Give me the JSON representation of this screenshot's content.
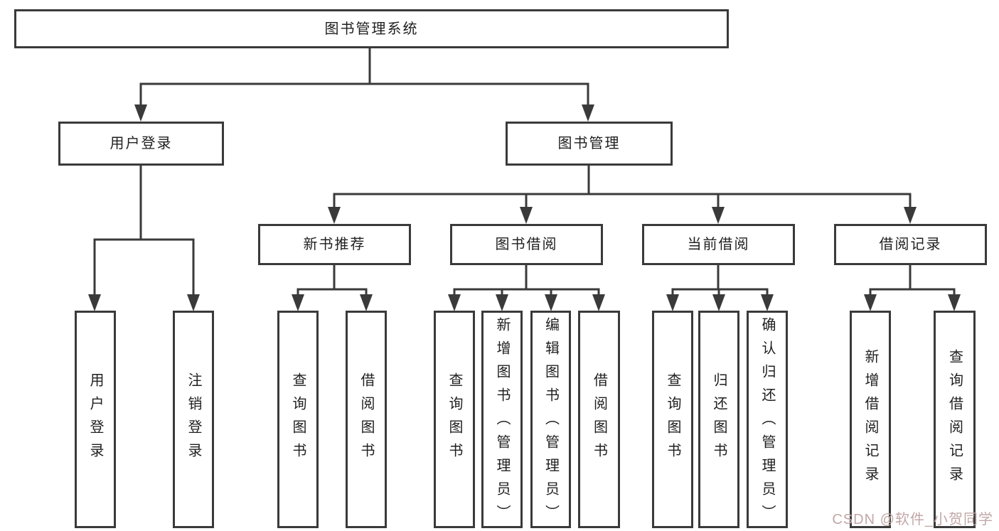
{
  "tree": {
    "root": {
      "label": "图书管理系统",
      "children": [
        {
          "label": "用户登录",
          "children": [
            {
              "label": "用户登录"
            },
            {
              "label": "注销登录"
            }
          ]
        },
        {
          "label": "图书管理",
          "children": [
            {
              "label": "新书推荐",
              "children": [
                {
                  "label": "查询图书"
                },
                {
                  "label": "借阅图书"
                }
              ]
            },
            {
              "label": "图书借阅",
              "children": [
                {
                  "label": "查询图书"
                },
                {
                  "label": "新增图书（管理员）"
                },
                {
                  "label": "编辑图书（管理员）"
                },
                {
                  "label": "借阅图书"
                }
              ]
            },
            {
              "label": "当前借阅",
              "children": [
                {
                  "label": "查询图书"
                },
                {
                  "label": "归还图书"
                },
                {
                  "label": "确认归还（管理员）"
                }
              ]
            },
            {
              "label": "借阅记录",
              "children": [
                {
                  "label": "新增借阅记录"
                },
                {
                  "label": "查询借阅记录"
                }
              ]
            }
          ]
        }
      ]
    }
  },
  "watermark": {
    "text": "CSDN @软件_小贺同学"
  },
  "colors": {
    "line": "#3a3a3a",
    "box_border": "#3a3a3a",
    "box_fill": "#ffffff",
    "label_text": "#1f1f1f",
    "watermark_text": "#c2a7a7",
    "background": "#ffffff"
  }
}
